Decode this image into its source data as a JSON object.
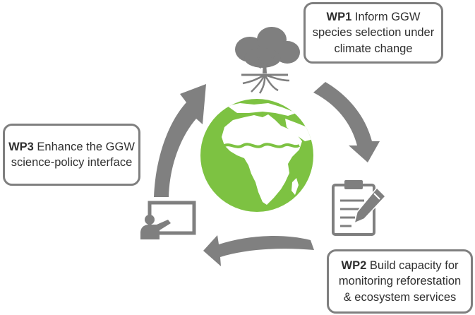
{
  "colors": {
    "arrow": "#808080",
    "icon": "#7f7f7f",
    "globe": "#7dc242",
    "continent": "#ffffff",
    "box_border": "#7f7f7f",
    "text": "#2f2f2f"
  },
  "icons": {
    "top": "tree-icon",
    "right": "clipboard-pencil-icon",
    "left": "presentation-board-icon",
    "center": "africa-globe-icon"
  },
  "boxes": {
    "wp1": {
      "code": "WP1",
      "line1": " Inform GGW",
      "line2": "species selection under",
      "line3": "climate change"
    },
    "wp2": {
      "code": "WP2",
      "line1": " Build capacity for",
      "line2": "monitoring reforestation",
      "line3": "& ecosystem services"
    },
    "wp3": {
      "code": "WP3",
      "line1": " Enhance the GGW",
      "line2": "science-policy interface"
    }
  }
}
